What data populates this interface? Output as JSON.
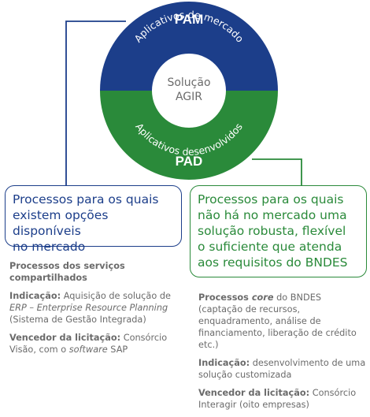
{
  "ring": {
    "top_label": "PAM",
    "top_arc_text": "Aplicativos de mercado",
    "bottom_label": "PAD",
    "bottom_arc_text": "Aplicativos desenvolvidos",
    "center_line1": "Solução",
    "center_line2": "AGIR",
    "colors": {
      "blue": "#1c3e8a",
      "green": "#2a8a3a",
      "center_text": "#6b6b6b"
    }
  },
  "left_box": {
    "lines": [
      "Processos para os quais",
      "existem opções disponíveis",
      "no mercado"
    ]
  },
  "right_box": {
    "lines": [
      "Processos para os quais",
      "não há no mercado uma",
      "solução robusta, flexível",
      "o suficiente que atenda",
      "aos requisitos do BNDES"
    ]
  },
  "left_notes": {
    "heading": "Processos dos serviços compartilhados",
    "indication_label": "Indicação:",
    "indication_text1": " Aquisição de solução de ",
    "indication_italic": "ERP – Enterprise Resource Planning",
    "indication_text2": " (Sistema de Gestão Integrada)",
    "winner_label": "Vencedor da licitação:",
    "winner_text1": " Consórcio Visão, com o ",
    "winner_italic": "software",
    "winner_text2": " SAP"
  },
  "right_notes": {
    "heading_bold1": "Processos ",
    "heading_italic": "core",
    "heading_rest": " do BNDES (captação de recursos, enquadramento, análise de financiamento, liberação de crédito etc.)",
    "indication_label": "Indicação:",
    "indication_text": " desenvolvimento de uma solução customizada",
    "winner_label": "Vencedor da licitação:",
    "winner_text": " Consórcio Interagir (oito empresas)"
  }
}
